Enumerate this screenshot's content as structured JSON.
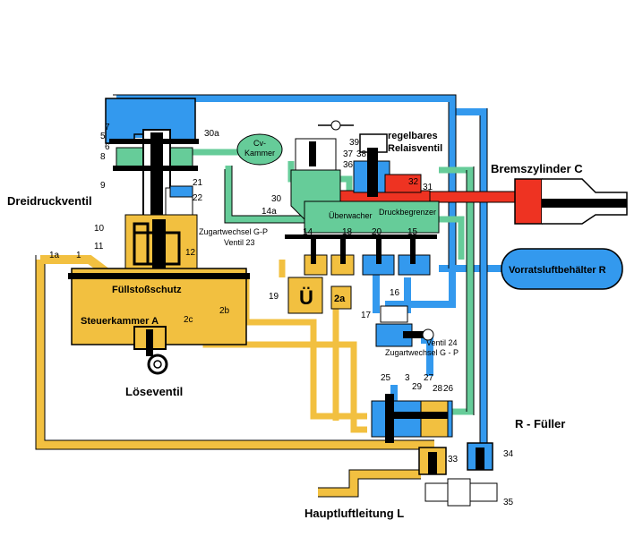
{
  "colors": {
    "yellow": "#f2c040",
    "blue": "#3399ee",
    "green": "#66cc99",
    "red": "#ee3322",
    "black": "#000000"
  },
  "labels": {
    "dreidruckventil": "Dreidruckventil",
    "steuerkammer": "Steuerkammer A",
    "fuellstossschutz": "Füllstoßschutz",
    "loeseventil": "Löseventil",
    "zugartwechsel_gp_ventil23_a": "Zugartwechsel G-P",
    "zugartwechsel_gp_ventil23_b": "Ventil 23",
    "cv_kammer_a": "Cv-",
    "cv_kammer_b": "Kammer",
    "regelbares_a": "regelbares",
    "regelbares_b": "Relaisventil",
    "ueberwacher": "Überwacher",
    "druckbegrenzer": "Druckbegrenzer",
    "bremszylinder": "Bremszylinder C",
    "vorratsluft": "Vorratsluftbehälter R",
    "ventil24_a": "Ventil 24",
    "ventil24_b": "Zugartwechsel G - P",
    "r_fueller": "R - Füller",
    "hauptluftleitung": "Hauptluftleitung L",
    "u_chamber": "Ü",
    "chamber_2a": "2a"
  },
  "numbers": [
    "1",
    "1a",
    "2b",
    "2c",
    "3",
    "5",
    "6",
    "7",
    "8",
    "9",
    "10",
    "11",
    "12",
    "14",
    "14a",
    "15",
    "16",
    "17",
    "18",
    "19",
    "20",
    "21",
    "22",
    "25",
    "26",
    "27",
    "28",
    "29",
    "30",
    "30a",
    "31",
    "32",
    "33",
    "34",
    "35",
    "36",
    "37",
    "38",
    "39"
  ]
}
